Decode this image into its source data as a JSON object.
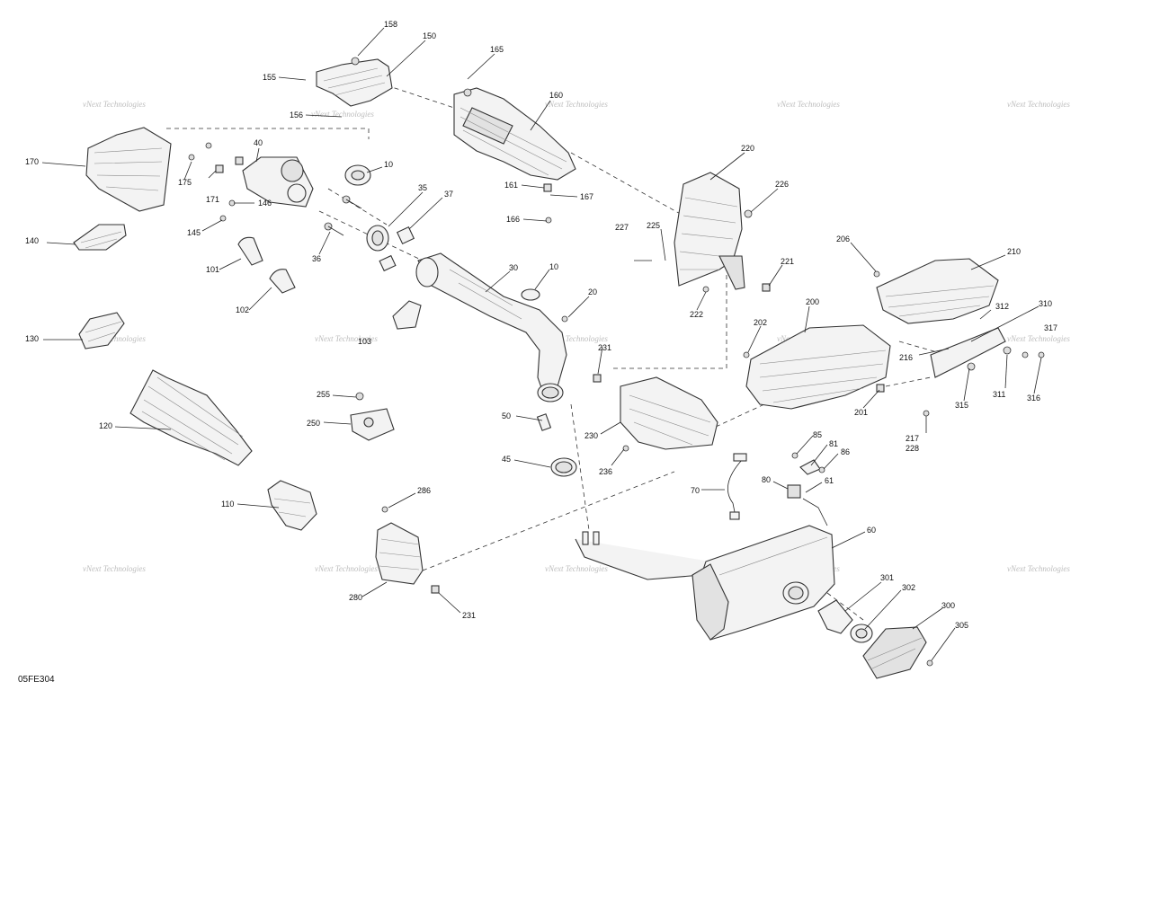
{
  "diagram_code": "05FE304",
  "watermark": "vNext Technologies",
  "callouts": {
    "c158": "158",
    "c150": "150",
    "c155": "155",
    "c156": "156",
    "c165": "165",
    "c160": "160",
    "c170": "170",
    "c40": "40",
    "c10a": "10",
    "c175": "175",
    "c171": "171",
    "c146": "146",
    "c145": "145",
    "c35": "35",
    "c37": "37",
    "c161": "161",
    "c167": "167",
    "c166": "166",
    "c220": "220",
    "c226": "226",
    "c227": "227",
    "c225": "225",
    "c221": "221",
    "c222": "222",
    "c140": "140",
    "c101": "101",
    "c36": "36",
    "c30": "30",
    "c10b": "10",
    "c20": "20",
    "c102": "102",
    "c206": "206",
    "c210": "210",
    "c200": "200",
    "c202": "202",
    "c312": "312",
    "c310": "310",
    "c317": "317",
    "c130": "130",
    "c103": "103",
    "c231a": "231",
    "c216": "216",
    "c311": "311",
    "c316": "316",
    "c315": "315",
    "c201": "201",
    "c255": "255",
    "c250": "250",
    "c120": "120",
    "c50": "50",
    "c230": "230",
    "c217": "217",
    "c228": "228",
    "c85": "85",
    "c81": "81",
    "c86": "86",
    "c45": "45",
    "c236": "236",
    "c80": "80",
    "c61": "61",
    "c70": "70",
    "c110": "110",
    "c286": "286",
    "c60": "60",
    "c301": "301",
    "c302": "302",
    "c300": "300",
    "c280": "280",
    "c231b": "231",
    "c305": "305"
  }
}
